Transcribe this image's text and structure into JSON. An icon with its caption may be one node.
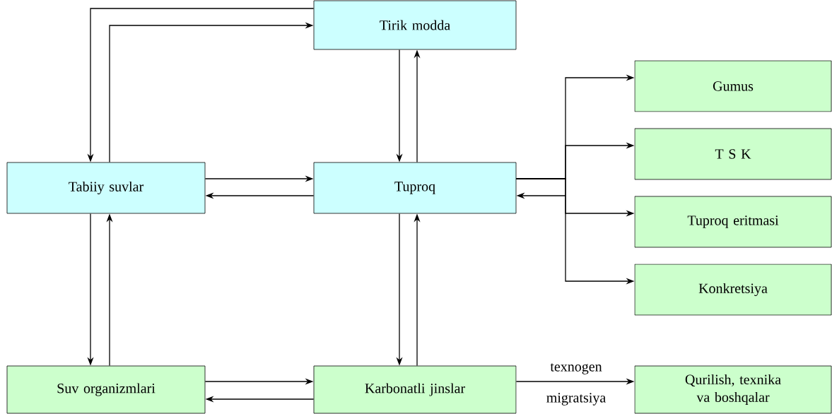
{
  "diagram": {
    "nodes": [
      {
        "text": [
          "Tirik modda"
        ]
      },
      {
        "text": [
          "Tabiiy suvlar"
        ]
      },
      {
        "text": [
          "Tuproq"
        ]
      },
      {
        "text": [
          "Gumus"
        ]
      },
      {
        "text": [
          "T S K"
        ]
      },
      {
        "text": [
          "Tuproq eritmasi"
        ]
      },
      {
        "text": [
          "Konkretsiya"
        ]
      },
      {
        "text": [
          "Suv organizmlari"
        ]
      },
      {
        "text": [
          "Karbonatli  jinslar"
        ]
      },
      {
        "text": [
          "Qurilish, texnika va boshqalar"
        ]
      }
    ],
    "edges": [
      {
        "from": 0,
        "to": 1,
        "arrow": "to"
      },
      {
        "from": 1,
        "to": 0,
        "arrow": "to"
      },
      {
        "from": 0,
        "to": 2,
        "arrow": "to"
      },
      {
        "from": 2,
        "to": 0,
        "arrow": "to"
      },
      {
        "from": 1,
        "to": 2,
        "arrow": "to"
      },
      {
        "from": 2,
        "to": 1,
        "arrow": "to"
      },
      {
        "from": 1,
        "to": 7,
        "arrow": "to"
      },
      {
        "from": 7,
        "to": 1,
        "arrow": "to"
      },
      {
        "from": 2,
        "to": 8,
        "arrow": "to"
      },
      {
        "from": 8,
        "to": 2,
        "arrow": "to"
      },
      {
        "from": 7,
        "to": 8,
        "arrow": "to"
      },
      {
        "from": 8,
        "to": 7,
        "arrow": "to"
      },
      {
        "from": 2,
        "to": 3,
        "arrow": "to"
      },
      {
        "from": 2,
        "to": 4,
        "arrow": "to"
      },
      {
        "from": 2,
        "to": 5,
        "arrow": "to"
      },
      {
        "from": 2,
        "to": 6,
        "arrow": "to"
      },
      {
        "from": null,
        "to": 2,
        "arrow": "to"
      },
      {
        "from": 8,
        "to": 9,
        "arrow": "to",
        "label": "texnogen"
      }
    ],
    "labels": [
      "migratsiya"
    ]
  }
}
